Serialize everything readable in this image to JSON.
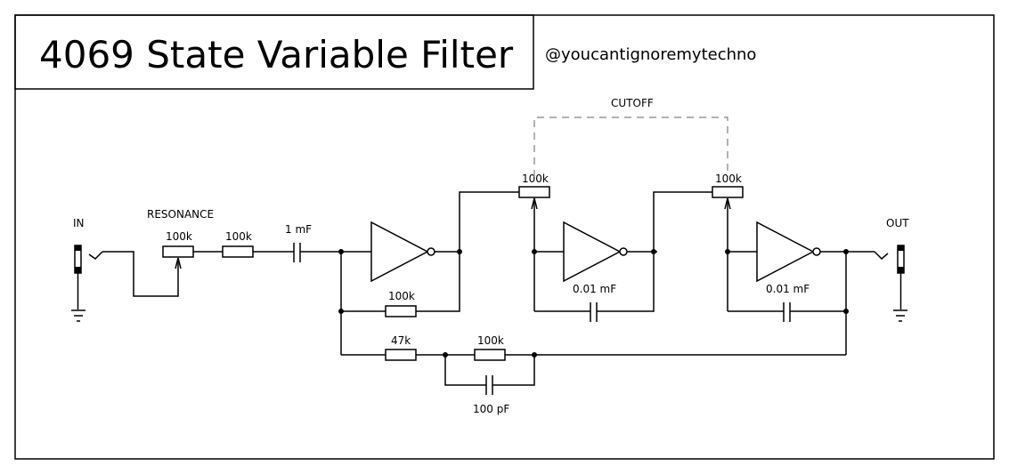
{
  "title": "4069 State Variable Filter",
  "author_handle": "@youcantignoremytechno",
  "labels": {
    "input": "IN",
    "output": "OUT",
    "resonance": "RESONANCE",
    "cutoff": "CUTOFF"
  },
  "components": {
    "resonance_pot": "100k",
    "input_resistor": "100k",
    "input_cap": "1 mF",
    "feedback_resistor": "100k",
    "cutoff_pot_1": "100k",
    "cutoff_pot_2": "100k",
    "integrator_cap_1": "0.01 mF",
    "integrator_cap_2": "0.01 mF",
    "bottom_resistor_1": "47k",
    "bottom_resistor_2": "100k",
    "bottom_cap": "100 pF"
  }
}
